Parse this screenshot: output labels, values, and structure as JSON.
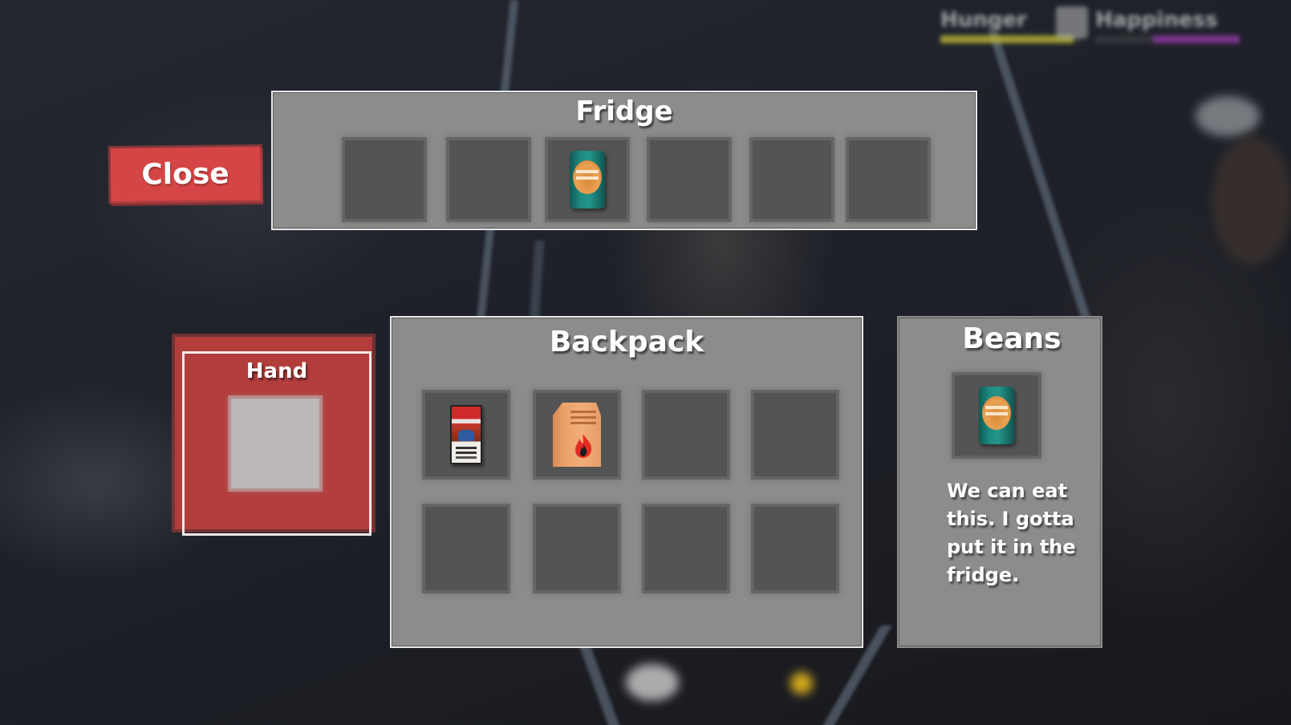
{
  "hud": {
    "stat_1_label": "Hunger",
    "stat_1_color": "#c8c23a",
    "stat_1_fill_pct": 95,
    "stat_2_label": "Happiness",
    "stat_2_color": "#9b3bb0",
    "stat_2_fill_pct": 60
  },
  "close_button": {
    "label": "Close",
    "color": "#d64545"
  },
  "fridge": {
    "title": "Fridge",
    "slots": [
      {
        "item": null
      },
      {
        "item": null
      },
      {
        "item": "beans",
        "icon": "baked-beans-can-icon"
      },
      {
        "item": null
      },
      {
        "item": null
      },
      {
        "item": null
      }
    ]
  },
  "hand": {
    "title": "Hand",
    "slot": {
      "item": null
    },
    "color": "#b23e3c"
  },
  "backpack": {
    "title": "Backpack",
    "slots": [
      {
        "item": "cigarettes",
        "icon": "cigarette-pack-icon"
      },
      {
        "item": "charcoal",
        "icon": "charcoal-bag-icon"
      },
      {
        "item": null
      },
      {
        "item": null
      },
      {
        "item": null
      },
      {
        "item": null
      },
      {
        "item": null
      },
      {
        "item": null
      }
    ]
  },
  "item_details": {
    "title": "Beans",
    "icon": "baked-beans-can-icon",
    "description": "We can eat this. I gotta put it in the fridge."
  }
}
